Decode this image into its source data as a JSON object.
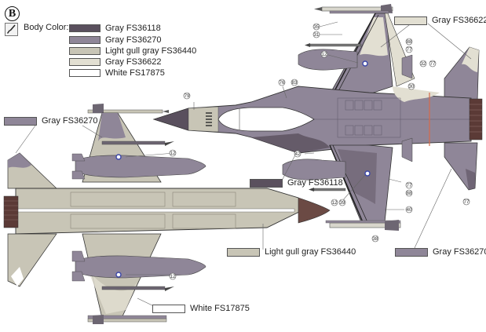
{
  "badge": "B",
  "icons": {
    "paint_brush": "paint-brush-icon"
  },
  "legend": {
    "title": "Body Color:",
    "items": [
      {
        "label": "Gray FS36118",
        "color": "#5a505e"
      },
      {
        "label": "Gray FS36270",
        "color": "#8f8698"
      },
      {
        "label": "Light gull gray FS36440",
        "color": "#c8c5b6"
      },
      {
        "label": "Gray FS36622",
        "color": "#e2dfd2"
      },
      {
        "label": "White FS17875",
        "color": "#ffffff"
      }
    ]
  },
  "callouts": {
    "gray_36622": {
      "label": "Gray  FS36622",
      "color": "#e2dfd2"
    },
    "gray_36270_left": {
      "label": "Gray  FS36270",
      "color": "#8f8698"
    },
    "gray_36118": {
      "label": "Gray  FS36118",
      "color": "#5a505e"
    },
    "light_gull": {
      "label": "Light gull gray  FS36440",
      "color": "#c8c5b6"
    },
    "gray_36270_right": {
      "label": "Gray  FS36270",
      "color": "#8f8698"
    },
    "white_17875": {
      "label": "White  FS17875",
      "color": "#ffffff"
    }
  },
  "part_numbers": {
    "n35": "35",
    "n31": "31",
    "n12a": "12",
    "n88a": "88",
    "n77a": "77",
    "n32": "32",
    "n77b": "77",
    "n30": "30",
    "n79": "79",
    "n76": "76",
    "n83": "83",
    "n42": "42",
    "n12b": "12",
    "n77c": "77",
    "n88b": "88",
    "n40": "40",
    "n12c": "12",
    "n39": "39",
    "n38": "38",
    "n77d": "77",
    "n12d": "12",
    "n12e": "12"
  },
  "colors": {
    "dark": "#5a505e",
    "medium": "#8f8698",
    "gull": "#c8c5b6",
    "light": "#e2dfd2",
    "nose_brown": "#6b4a44",
    "exhaust": "#5b3a36",
    "roundel": "#3a46a8",
    "accent_red": "#d66a4a"
  }
}
